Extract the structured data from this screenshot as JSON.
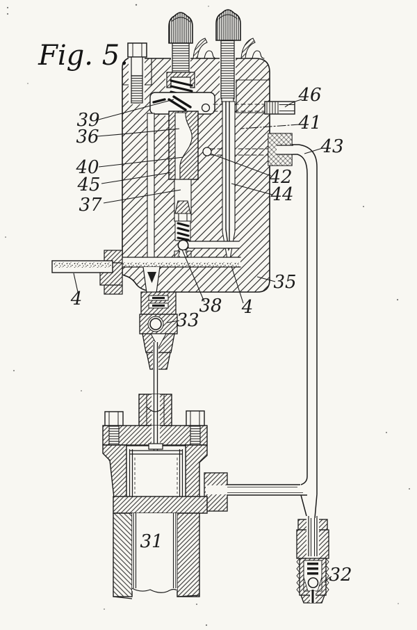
{
  "figure": {
    "title": "Fig. 5.",
    "type": "patent-sectional-drawing"
  },
  "colors": {
    "paper": "#f8f7f2",
    "ink": "#1b1b1b"
  },
  "part_labels": {
    "fig5": "Fig. 5.",
    "l39": "39",
    "l36": "36",
    "l46": "46",
    "l41": "41",
    "l43": "43",
    "l40": "40",
    "l45": "45",
    "l42": "42",
    "l44": "44",
    "l37": "37",
    "l4_left": "4",
    "l35": "35",
    "l38": "38",
    "l4_right": "4",
    "l33": "33",
    "l31": "31",
    "l32": "32"
  }
}
